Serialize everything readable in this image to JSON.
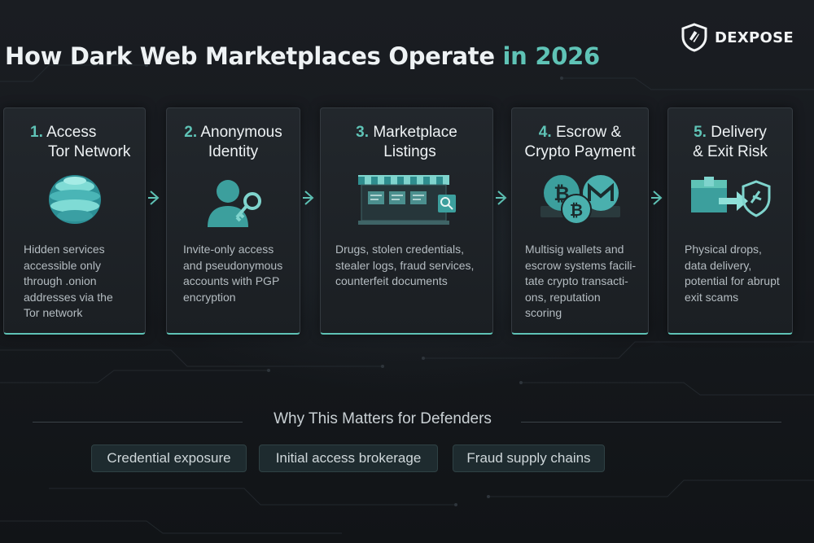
{
  "header": {
    "title_main": "How Dark Web Marketplaces Operate ",
    "title_accent": "in 2026",
    "brand": "DEXPOSE"
  },
  "steps": [
    {
      "num": "1.",
      "line1": "Access",
      "line2": "Tor Network",
      "desc": [
        "Hidden services",
        "accessible only",
        "through .onion",
        "addresses via the",
        "Tor network"
      ],
      "icon": "onion-globe-icon"
    },
    {
      "num": "2.",
      "line1": "Anonymous",
      "line2": "Identity",
      "desc": [
        "Invite-only access",
        "and pseudonymous",
        "accounts with PGP",
        "encryption"
      ],
      "icon": "user-key-icon"
    },
    {
      "num": "3.",
      "line1": "Marketplace",
      "line2": "Listings",
      "desc": [
        "Drugs, stolen credentials,",
        "stealer logs, fraud services,",
        "counterfeit documents"
      ],
      "icon": "storefront-icon"
    },
    {
      "num": "4.",
      "line1": "Escrow &",
      "line2": "Crypto Payment",
      "desc": [
        "Multisig wallets and",
        "escrow systems facili-",
        "tate crypto transacti-",
        "ons, reputation scoring"
      ],
      "icon": "crypto-coins-icon"
    },
    {
      "num": "5.",
      "line1": "Delivery",
      "line2": "& Exit Risk",
      "desc": [
        "Physical drops,",
        "data delivery,",
        "potential for abrupt",
        "exit scams"
      ],
      "icon": "package-shield-icon"
    }
  ],
  "why": {
    "title": "Why This Matters for Defenders",
    "tags": [
      "Credential exposure",
      "Initial access brokerage",
      "Fraud supply chains"
    ]
  },
  "colors": {
    "accent": "#5fc3b6",
    "background": "#16191d",
    "card": "#20252a",
    "text": "#eef2f4"
  }
}
